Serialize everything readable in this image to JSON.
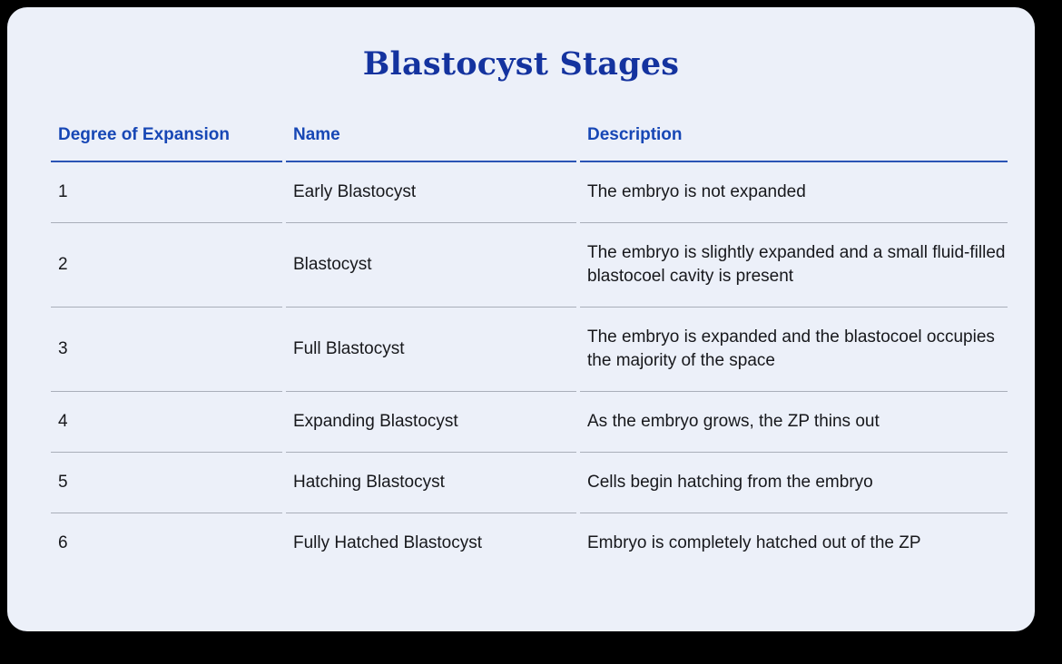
{
  "card": {
    "title": "Blastocyst Stages"
  },
  "table": {
    "columns": [
      "Degree of Expansion",
      "Name",
      "Description"
    ],
    "rows": [
      {
        "degree": "1",
        "name": "Early Blastocyst",
        "description": "The embryo is not expanded"
      },
      {
        "degree": "2",
        "name": "Blastocyst",
        "description": "The embryo is slightly expanded and a small fluid-filled blastocoel cavity is present"
      },
      {
        "degree": "3",
        "name": "Full Blastocyst",
        "description": "The embryo is expanded and the blastocoel occupies the majority of the space"
      },
      {
        "degree": "4",
        "name": "Expanding Blastocyst",
        "description": "As the embryo grows, the ZP thins out"
      },
      {
        "degree": "5",
        "name": "Hatching Blastocyst",
        "description": "Cells begin hatching from the embryo"
      },
      {
        "degree": "6",
        "name": "Fully Hatched Blastocyst",
        "description": "Embryo is completely hatched out of the ZP"
      }
    ]
  },
  "colors": {
    "background": "#000000",
    "card_background": "#ecf0f9",
    "title_text": "#14339f",
    "header_text": "#1747b5",
    "header_rule": "#2b54b5",
    "body_text": "#17181c",
    "row_divider": "#a9aeb9"
  }
}
